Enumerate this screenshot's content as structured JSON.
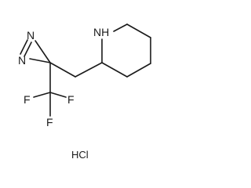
{
  "molecule": {
    "atoms": {
      "nh": "NH",
      "n_upper": "N",
      "n_lower": "N",
      "f_left": "F",
      "f_bottom": "F",
      "f_right": "F"
    },
    "salt": "HCl"
  }
}
